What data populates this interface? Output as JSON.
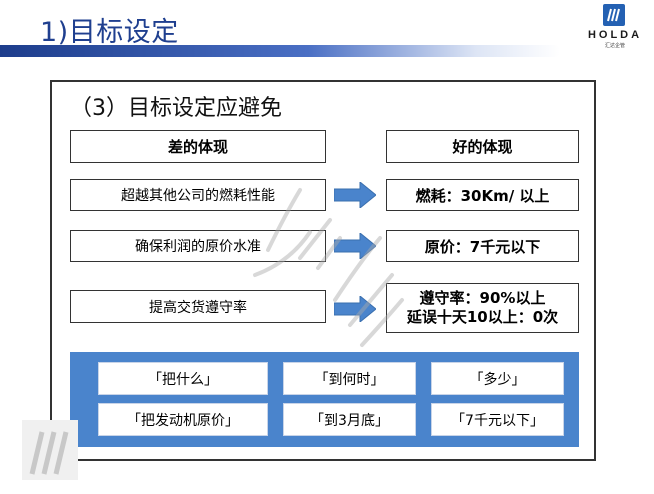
{
  "header": {
    "title": "1)目标设定",
    "logo_text": "HOLDA",
    "logo_subtext": "汇达企管"
  },
  "section": {
    "heading": "（3）目标设定应避免"
  },
  "columns": {
    "bad_header": "差的体现",
    "good_header": "好的体现"
  },
  "rows": [
    {
      "bad": "超越其他公司的燃耗性能",
      "good": "燃耗：30Km/  以上"
    },
    {
      "bad": "确保利润的原价水准",
      "good": "原价：7千元以下"
    },
    {
      "bad": "提高交货遵守率",
      "good_line1": "遵守率：90%以上",
      "good_line2": "延误十天10以上：0次"
    }
  ],
  "panel": {
    "chips": [
      "「把什么」",
      "「到何时」",
      "「多少」",
      "「把发动机原价」",
      "「到3月底」",
      "「7千元以下」"
    ]
  },
  "colors": {
    "title_blue": "#1f3f8f",
    "arrow_blue": "#4a84cc",
    "panel_blue": "#4a84cc"
  },
  "icons": [
    "holda-logo-icon",
    "arrow-right-icon",
    "corner-logo-icon"
  ]
}
